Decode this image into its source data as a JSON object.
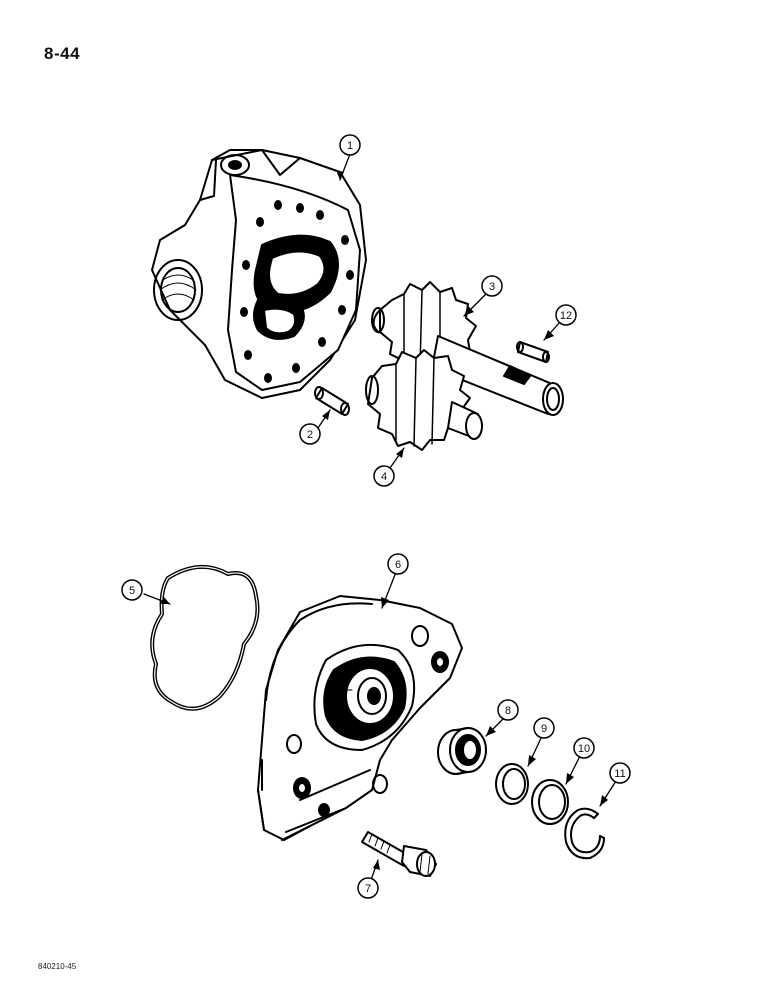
{
  "page": {
    "number": "8-44",
    "figure_code": "840210-45"
  },
  "callouts": [
    {
      "id": "1",
      "label": "1"
    },
    {
      "id": "2",
      "label": "2"
    },
    {
      "id": "3",
      "label": "3"
    },
    {
      "id": "4",
      "label": "4"
    },
    {
      "id": "5",
      "label": "5"
    },
    {
      "id": "6",
      "label": "6"
    },
    {
      "id": "7",
      "label": "7"
    },
    {
      "id": "8",
      "label": "8"
    },
    {
      "id": "9",
      "label": "9"
    },
    {
      "id": "10",
      "label": "10"
    },
    {
      "id": "11",
      "label": "11"
    },
    {
      "id": "12",
      "label": "12"
    }
  ]
}
